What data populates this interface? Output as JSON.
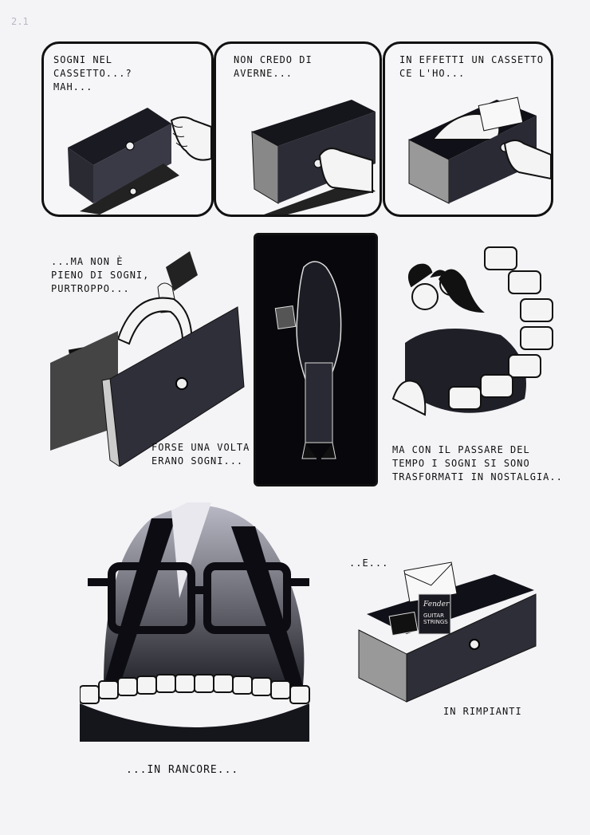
{
  "page": {
    "corner_mark": "2.1"
  },
  "panels": [
    {
      "id": 1,
      "caption": "SOGNI NEL\nCASSETTO...?\nMAH..."
    },
    {
      "id": 2,
      "caption": "NON CREDO DI\nAVERNE..."
    },
    {
      "id": 3,
      "caption": "IN EFFETTI UN CASSETTO\nCE L'HO..."
    },
    {
      "id": 4,
      "caption_top": "...MA NON È\nPIENO DI SOGNI,\nPURTROPPO...",
      "caption_bottom": "FORSE UNA VOLTA\nERANO SOGNI..."
    },
    {
      "id": 5
    },
    {
      "id": 6,
      "caption": "MA CON IL PASSARE DEL\nTEMPO I SOGNI SI SONO\nTRASFORMATI IN NOSTALGIA.."
    },
    {
      "id": 7,
      "caption": "...IN RANCORE..."
    },
    {
      "id": 8,
      "caption_top": "..E...",
      "caption_bottom": "IN RIMPIANTI",
      "labels": {
        "brand": "Fender",
        "strings": "GUITAR\nSTRINGS"
      }
    }
  ]
}
